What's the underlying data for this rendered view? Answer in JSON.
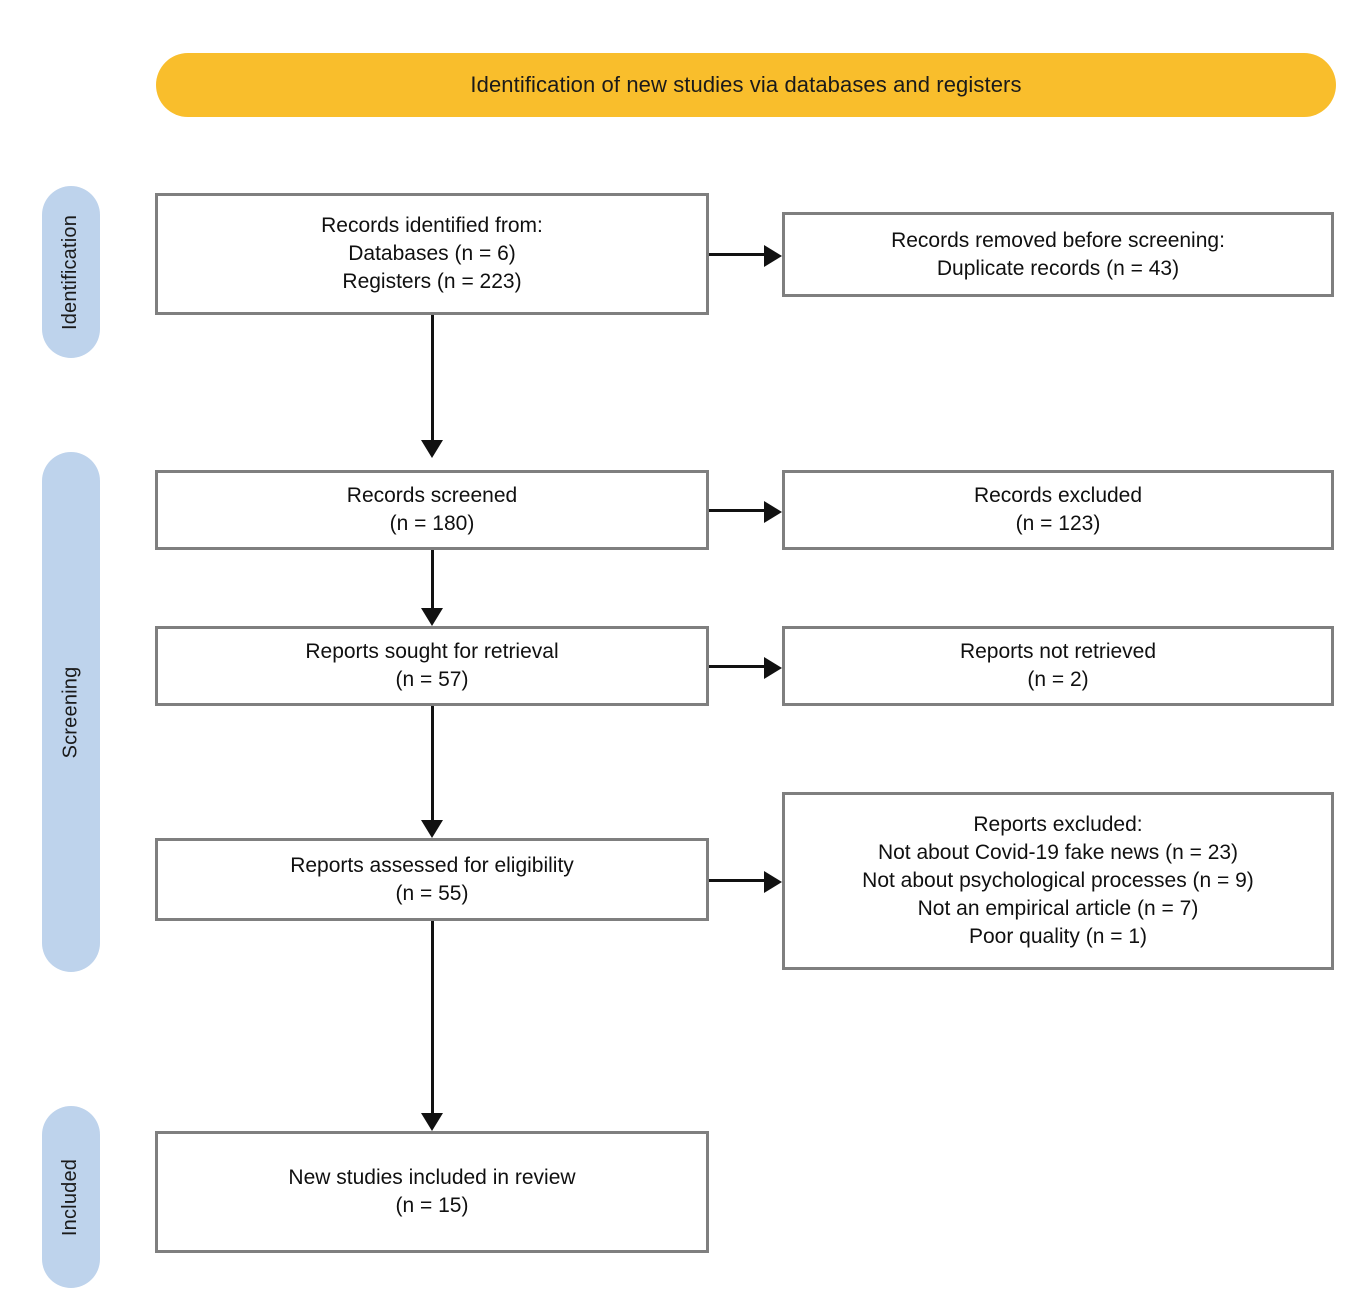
{
  "diagram": {
    "title": "Identification of new studies via databases and registers",
    "colors": {
      "banner": "#F9BE2C",
      "stage_pill": "#BED3EC",
      "box_border": "#7F7F7F",
      "connector": "#111111",
      "background": "#FFFFFF"
    }
  },
  "stages": [
    {
      "label": "Identification"
    },
    {
      "label": "Screening"
    },
    {
      "label": "Included"
    }
  ],
  "boxes": {
    "identified": {
      "name": "records-identified",
      "lines": [
        "Records identified from:",
        "Databases (n = 6)",
        "Registers (n = 223)"
      ]
    },
    "removed": {
      "name": "records-removed-before-screening",
      "lines": [
        "Records removed before screening:",
        "Duplicate records (n = 43)"
      ]
    },
    "screened": {
      "name": "records-screened",
      "lines": [
        "Records screened",
        "(n = 180)"
      ]
    },
    "records_excluded": {
      "name": "records-excluded",
      "lines": [
        "Records excluded",
        "(n = 123)"
      ]
    },
    "sought": {
      "name": "reports-sought-for-retrieval",
      "lines": [
        "Reports sought for retrieval",
        "(n = 57)"
      ]
    },
    "not_retrieved": {
      "name": "reports-not-retrieved",
      "lines": [
        "Reports not retrieved",
        "(n = 2)"
      ]
    },
    "assessed": {
      "name": "reports-assessed-for-eligibility",
      "lines": [
        "Reports assessed for eligibility",
        "(n = 55)"
      ]
    },
    "reports_excluded": {
      "name": "reports-excluded",
      "lines": [
        "Reports excluded:",
        "Not about Covid-19 fake news (n = 23)",
        "Not about psychological processes (n = 9)",
        "Not an empirical article (n = 7)",
        "Poor quality (n = 1)"
      ]
    },
    "included": {
      "name": "new-studies-included-in-review",
      "lines": [
        "New studies included in review",
        "(n = 15)"
      ]
    }
  },
  "counts": {
    "databases": 6,
    "registers": 223,
    "duplicate_records_removed": 43,
    "records_screened": 180,
    "records_excluded": 123,
    "reports_sought": 57,
    "reports_not_retrieved": 2,
    "reports_assessed": 55,
    "excluded_not_covid_fake_news": 23,
    "excluded_not_psychological": 9,
    "excluded_not_empirical": 7,
    "excluded_poor_quality": 1,
    "new_studies_included": 15
  }
}
